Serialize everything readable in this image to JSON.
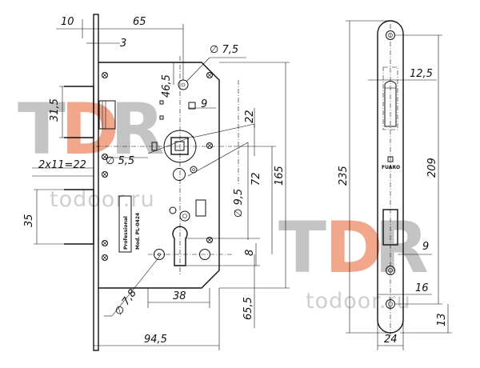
{
  "watermark": {
    "left": {
      "t": "T",
      "d": "D",
      "r": "R",
      "site": "todoor.ru"
    },
    "right": {
      "t": "T",
      "d": "D",
      "r": "R",
      "site": "todoor.ru"
    },
    "colors": {
      "gray": "#c4c4c4",
      "orange": "#f2a78a",
      "site": "#cfcfcf"
    }
  },
  "lock_body": {
    "brand_label": "Professional",
    "model_label": "Mod. PL-0424"
  },
  "strike_plate": {
    "brand_label": "FUARO"
  },
  "dimensions": {
    "d10": "10",
    "d65": "65",
    "d3": "3",
    "diam75": "∅ 7,5",
    "d465": "46,5",
    "d315": "31,5",
    "d9_sq": "9",
    "d22": "22",
    "diam55": "∅ 5,5",
    "d2x11": "2x11=22",
    "d72": "72",
    "d165": "165",
    "diam95": "∅ 9,5",
    "d35": "35",
    "d8": "8",
    "diam78": "∅ 7,8",
    "d38": "38",
    "d655": "65,5",
    "d945": "94,5",
    "d125": "12,5",
    "d235": "235",
    "d209": "209",
    "d9_strike": "9",
    "d16": "16",
    "d13": "13",
    "d24": "24"
  }
}
